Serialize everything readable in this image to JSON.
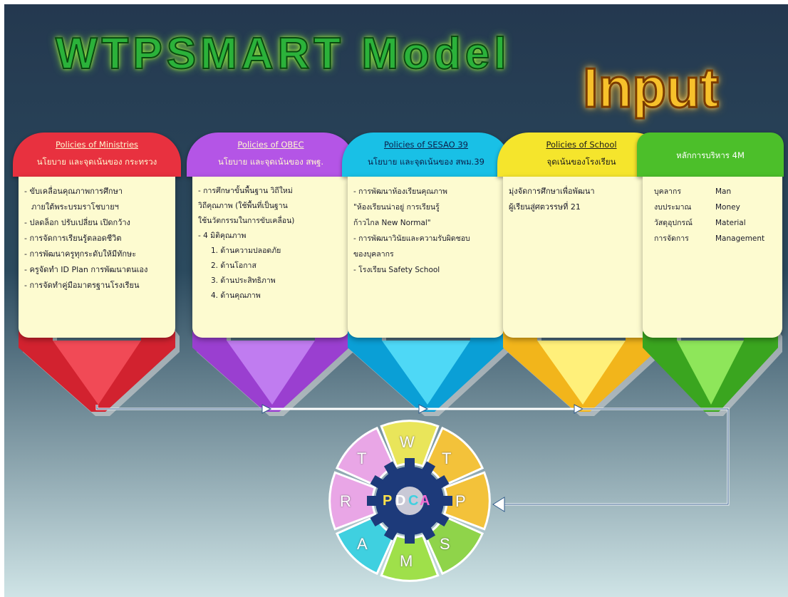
{
  "title": "WTPSMART  Model",
  "input_label": "Input",
  "cards": [
    {
      "heading": "Policies of Ministries",
      "subheading": "นโยบาย และจุดเน้นของ กระทรวง",
      "items": [
        "- ขับเคลื่อนคุณภาพการศึกษา",
        "  ภายใต้พระบรมราโชบายฯ",
        "- ปลดล็อก ปรับเปลี่ยน เปิดกว้าง",
        "- การจัดการเรียนรู้ตลอดชีวิต",
        "- การพัฒนาครูทุกระดับให้มีทักษะ",
        "- ครูจัดทำ ID Plan การพัฒนาตนเอง",
        "- การจัดทำคู่มือมาตรฐานโรงเรียน"
      ],
      "color": "#e8313f"
    },
    {
      "heading": "Policies of OBEC",
      "subheading": "นโยบาย และจุดเน้นของ สพฐ.",
      "items": [
        "- การศึกษาขั้นพื้นฐาน วิถีใหม่",
        "วิถีคุณภาพ (ใช้พื้นที่เป็นฐาน",
        "ใช้นวัตกรรมในการขับเคลื่อน)",
        "- 4 มิติคุณภาพ",
        "    1. ด้านความปลอดภัย",
        "    2. ด้านโอกาส",
        "    3. ด้านประสิทธิภาพ",
        "    4. ด้านคุณภาพ"
      ],
      "color": "#b455e6"
    },
    {
      "heading": "Policies of SESAO 39",
      "subheading": "นโยบาย และจุดเน้นของ สพม.39",
      "items": [
        "- การพัฒนาห้องเรียนคุณภาพ",
        "\"ห้องเรียนน่าอยู่ การเรียนรู้",
        "      ก้าวไกล New Normal\"",
        "- การพัฒนาวินัยและความรับผิดชอบ",
        "ของบุคลากร",
        "- โรงเรียน Safety School"
      ],
      "color": "#19c0e6"
    },
    {
      "heading": "Policies of School",
      "subheading": "จุดเน้นของโรงเรียน",
      "items": [
        "  มุ่งจัดการศึกษาเพื่อพัฒนา",
        "ผู้เรียนสู่ศตวรรษที่ 21"
      ],
      "color": "#f5d51c"
    },
    {
      "heading": "",
      "subheading": "หลักการบริหาร 4M",
      "items": [],
      "color": "#4cbf2a"
    }
  ],
  "four_m": [
    {
      "th": "บุคลากร",
      "en": "Man"
    },
    {
      "th": "งบประมาณ",
      "en": "Money"
    },
    {
      "th": "วัสดุอุปกรณ์",
      "en": "Material"
    },
    {
      "th": "การจัดการ",
      "en": "Management"
    }
  ],
  "pdca": {
    "letters": [
      "P",
      "D",
      "C",
      "A"
    ],
    "petals": [
      {
        "letter": "W",
        "color": "#e9e55a"
      },
      {
        "letter": "T",
        "color": "#f3c23a"
      },
      {
        "letter": "P",
        "color": "#f3c23a"
      },
      {
        "letter": "S",
        "color": "#8fd44a"
      },
      {
        "letter": "M",
        "color": "#9fe04a"
      },
      {
        "letter": "A",
        "color": "#3fd0e0"
      },
      {
        "letter": "R",
        "color": "#e9a6e6"
      },
      {
        "letter": "T",
        "color": "#e9a6e6"
      }
    ]
  }
}
